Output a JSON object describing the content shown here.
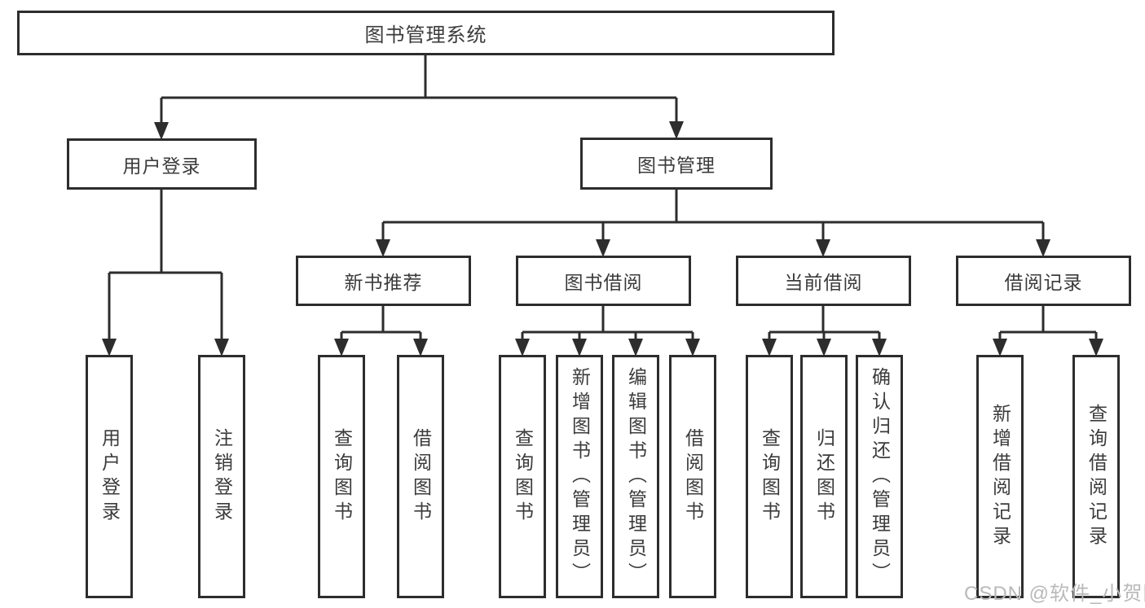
{
  "diagram": {
    "root": {
      "label": "图书管理系统"
    },
    "branches": [
      {
        "label": "用户登录",
        "children": [
          {
            "label": "用户登录"
          },
          {
            "label": "注销登录"
          }
        ]
      },
      {
        "label": "图书管理",
        "children": [
          {
            "label": "新书推荐",
            "children": [
              {
                "label": "查询图书"
              },
              {
                "label": "借阅图书"
              }
            ]
          },
          {
            "label": "图书借阅",
            "children": [
              {
                "label": "查询图书"
              },
              {
                "label": "新增图书（管理员）"
              },
              {
                "label": "编辑图书（管理员）"
              },
              {
                "label": "借阅图书"
              }
            ]
          },
          {
            "label": "当前借阅",
            "children": [
              {
                "label": "查询图书"
              },
              {
                "label": "归还图书"
              },
              {
                "label": "确认归还（管理员）"
              }
            ]
          },
          {
            "label": "借阅记录",
            "children": [
              {
                "label": "新增借阅记录"
              },
              {
                "label": "查询借阅记录"
              }
            ]
          }
        ]
      }
    ]
  },
  "watermark": {
    "text": "CSDN @软件_小贺同学"
  },
  "colors": {
    "line": "#2d2d2d",
    "text": "#3b3b3b",
    "watermark": "#b9b9b9",
    "background": "#ffffff"
  }
}
